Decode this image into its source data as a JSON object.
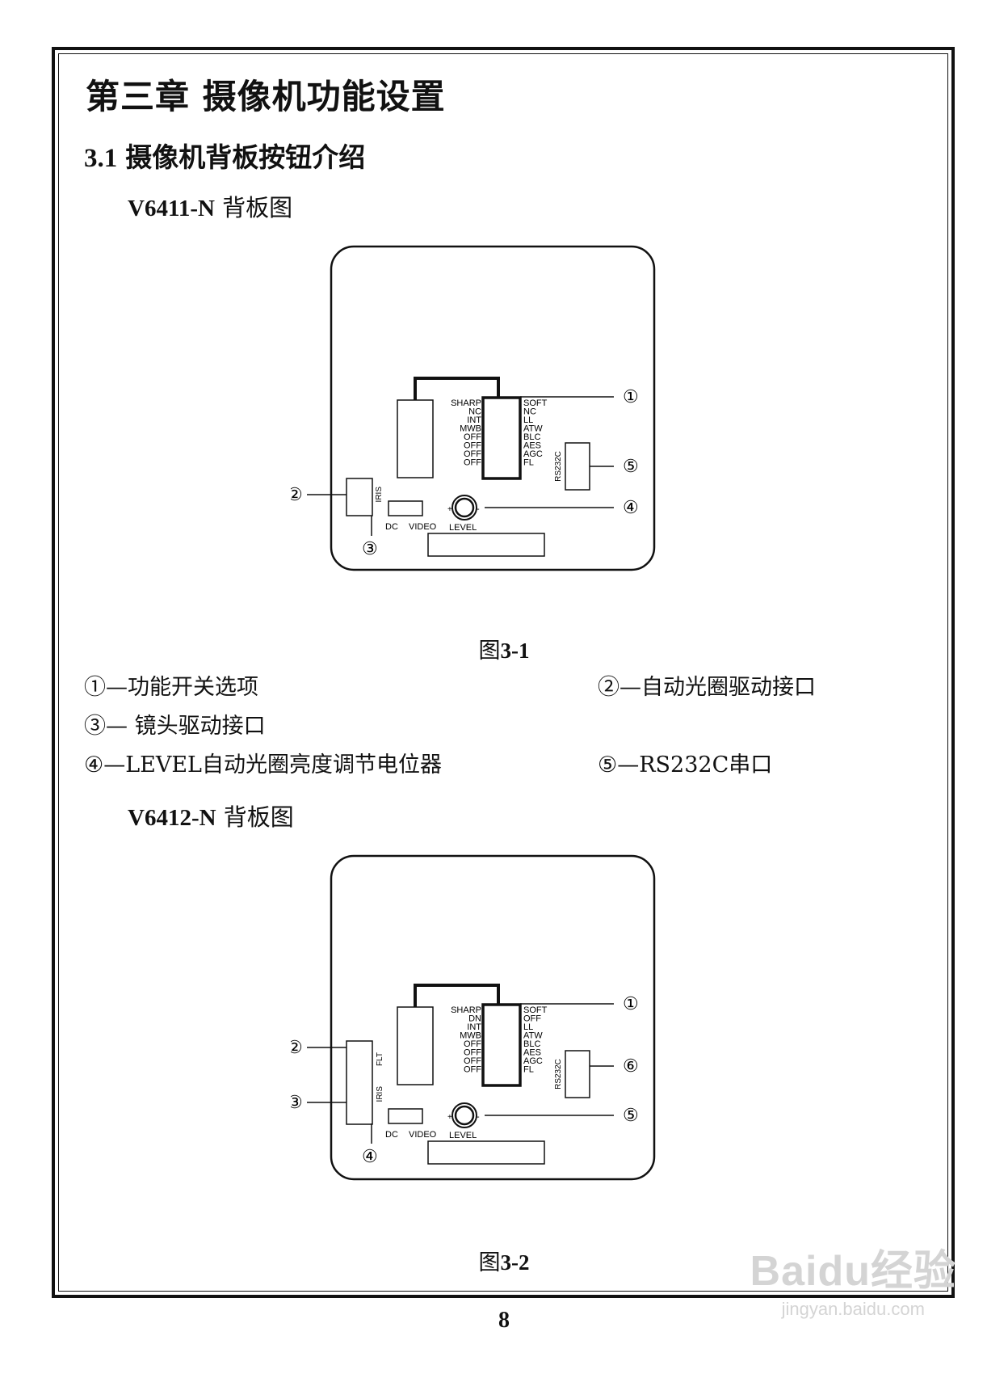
{
  "chapter_title": "第三章 摄像机功能设置",
  "section": {
    "number": "3.1",
    "title": "摄像机背板按钮介绍"
  },
  "figure1": {
    "heading_code": "V6411-N",
    "heading_suffix": " 背板图",
    "left_labels": [
      "SHARP",
      "NC",
      "INT",
      "MWB",
      "OFF",
      "OFF",
      "OFF",
      "OFF"
    ],
    "right_labels": [
      "SOFT",
      "NC",
      "LL",
      "ATW",
      "BLC",
      "AES",
      "AGC",
      "FL"
    ],
    "iris_label": "IRIS",
    "rs232_label": "RS232C",
    "dc_label": "DC",
    "video_label": "VIDEO",
    "level_label": "LEVEL",
    "plus": "+",
    "minus": "-",
    "callouts": [
      "①",
      "②",
      "③",
      "④",
      "⑤"
    ],
    "caption_prefix": "图",
    "caption_num": "3-1"
  },
  "legend": [
    "①—功能开关选项",
    "②—自动光圈驱动接口",
    "③— 镜头驱动接口",
    "④—LEVEL自动光圈亮度调节电位器",
    "⑤—RS232C串口"
  ],
  "figure2": {
    "heading_code": "V6412-N",
    "heading_suffix": " 背板图",
    "left_labels": [
      "SHARP",
      "DN",
      "INT",
      "MWB",
      "OFF",
      "OFF",
      "OFF",
      "OFF"
    ],
    "right_labels": [
      "SOFT",
      "OFF",
      "LL",
      "ATW",
      "BLC",
      "AES",
      "AGC",
      "FL"
    ],
    "flt_label": "FLT",
    "iris_label": "IRIS",
    "rs232_label": "RS232C",
    "dc_label": "DC",
    "video_label": "VIDEO",
    "level_label": "LEVEL",
    "plus": "+",
    "minus": "-",
    "callouts": [
      "①",
      "②",
      "③",
      "④",
      "⑤",
      "⑥"
    ],
    "caption_prefix": "图",
    "caption_num": "3-2"
  },
  "page_number": "8",
  "watermark": {
    "logo": "Baidu经验",
    "url": "jingyan.baidu.com"
  }
}
